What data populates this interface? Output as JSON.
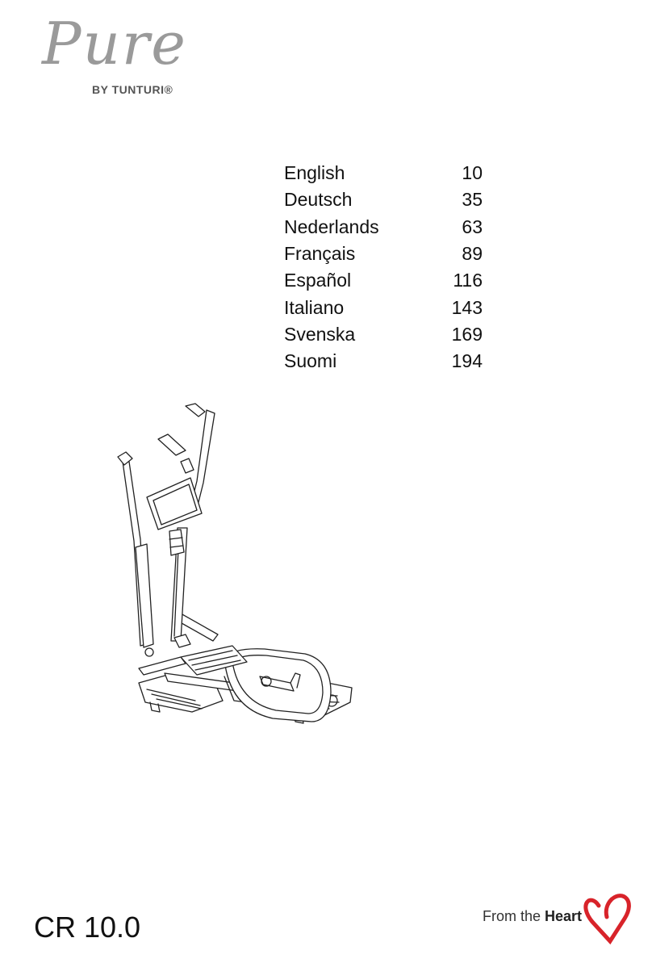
{
  "brand": {
    "name": "Pure",
    "sub": "BY TUNTURI®"
  },
  "toc": [
    {
      "language": "English",
      "page": "10"
    },
    {
      "language": "Deutsch",
      "page": "35"
    },
    {
      "language": "Nederlands",
      "page": "63"
    },
    {
      "language": "Français",
      "page": "89"
    },
    {
      "language": "Español",
      "page": "116"
    },
    {
      "language": "Italiano",
      "page": "143"
    },
    {
      "language": "Svenska",
      "page": "169"
    },
    {
      "language": "Suomi",
      "page": "194"
    }
  ],
  "model": "CR 10.0",
  "tagline": {
    "prefix": "From the ",
    "emph": "Heart"
  },
  "colors": {
    "logo_gray": "#9a9a9a",
    "heart_red": "#d8232a",
    "text": "#111111"
  },
  "icons": {
    "machine": "elliptical-trainer-illustration",
    "heart": "heart-icon"
  }
}
